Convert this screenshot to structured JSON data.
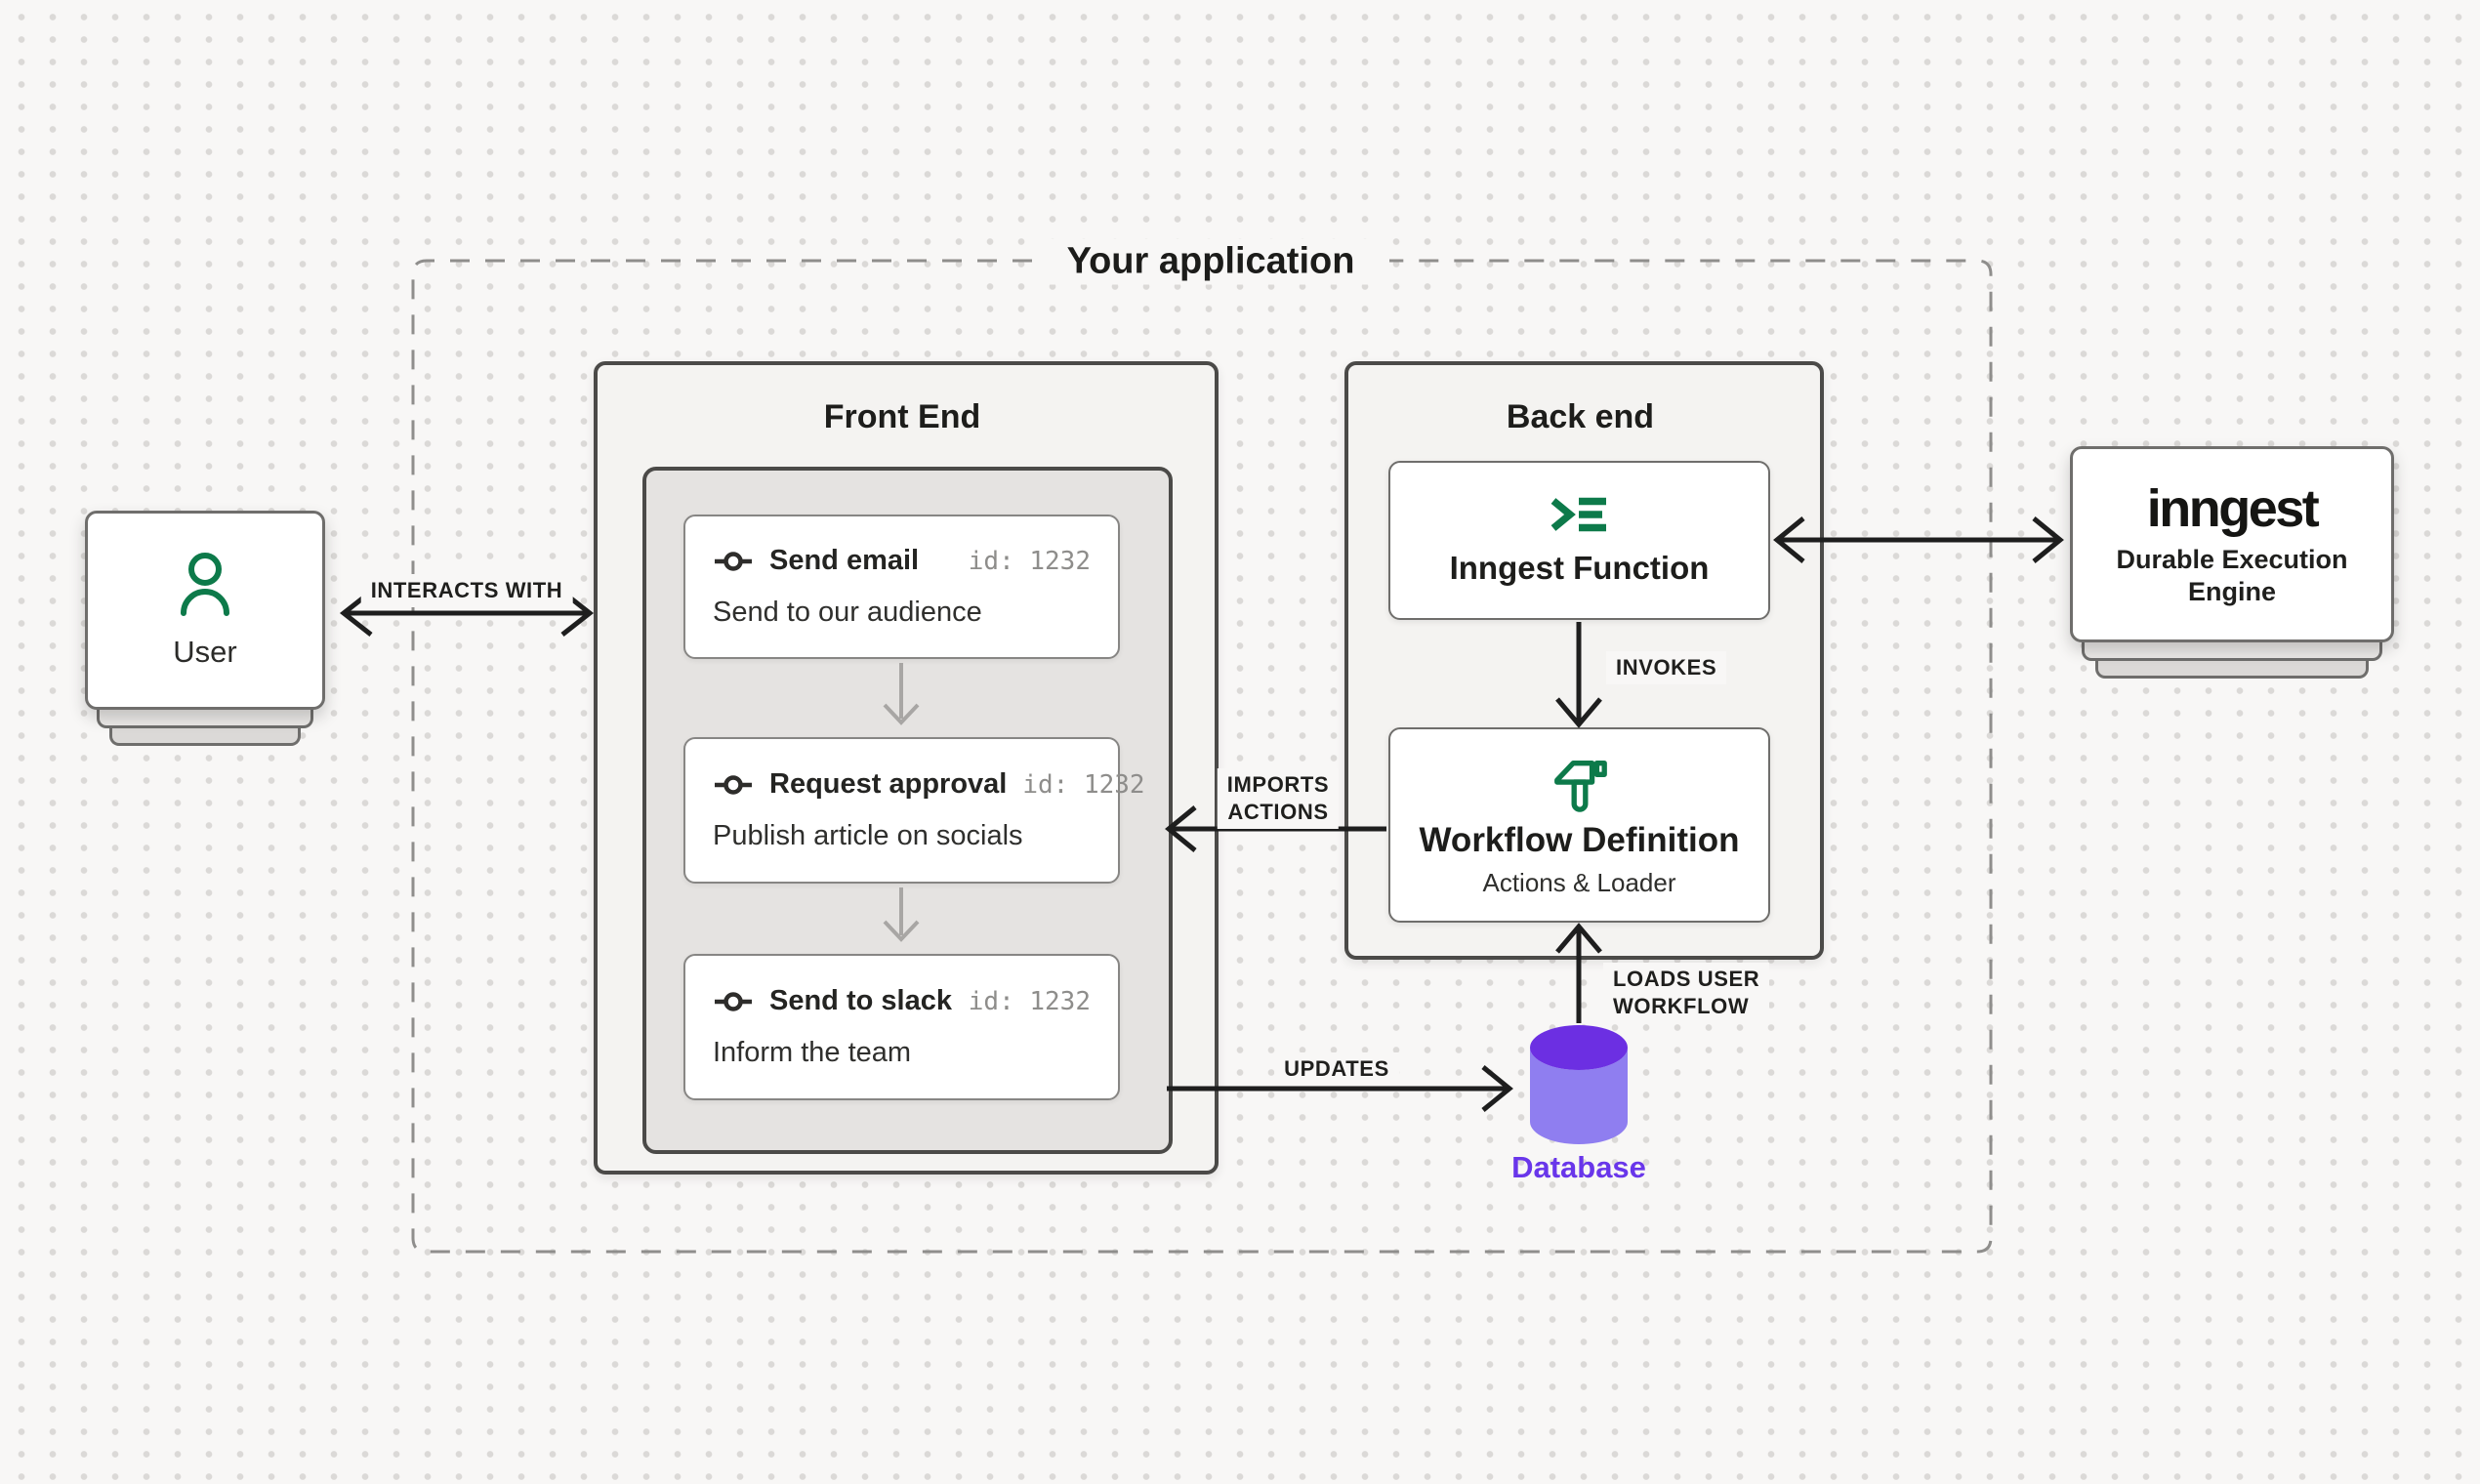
{
  "app": {
    "boundary_label": "Your application"
  },
  "nodes": {
    "user": {
      "label": "User"
    },
    "frontend": {
      "title": "Front End",
      "cards": [
        {
          "title": "Send email",
          "id": "id: 1232",
          "description": "Send to our audience"
        },
        {
          "title": "Request approval",
          "id": "id: 1232",
          "description": "Publish article on socials"
        },
        {
          "title": "Send to slack",
          "id": "id: 1232",
          "description": "Inform the team"
        }
      ]
    },
    "backend": {
      "title": "Back end",
      "inngest_function": {
        "label": "Inngest Function"
      },
      "workflow_definition": {
        "title": "Workflow Definition",
        "subtitle": "Actions & Loader"
      }
    },
    "database": {
      "label": "Database"
    },
    "inngest_engine": {
      "wordmark": "inngest",
      "tagline_line1": "Durable Execution",
      "tagline_line2": "Engine"
    }
  },
  "edges": {
    "interacts_with": "INTERACTS WITH",
    "invokes": "INVOKES",
    "imports_actions_line1": "IMPORTS",
    "imports_actions_line2": "ACTIONS",
    "updates": "UPDATES",
    "loads_user_workflow_line1": "LOADS USER",
    "loads_user_workflow_line2": "WORKFLOW"
  },
  "colors": {
    "accent_green": "#0d7a4a",
    "database_top": "#6c2fe2",
    "database_body": "#8f7ef0",
    "database_label": "#6936ea",
    "arrow_dark": "#1e1e1e",
    "arrow_gray": "#a8a6a4",
    "box_fill": "#f4f3f1",
    "inner_box_fill": "#e5e3e1",
    "page_background": "#f8f7f6"
  }
}
